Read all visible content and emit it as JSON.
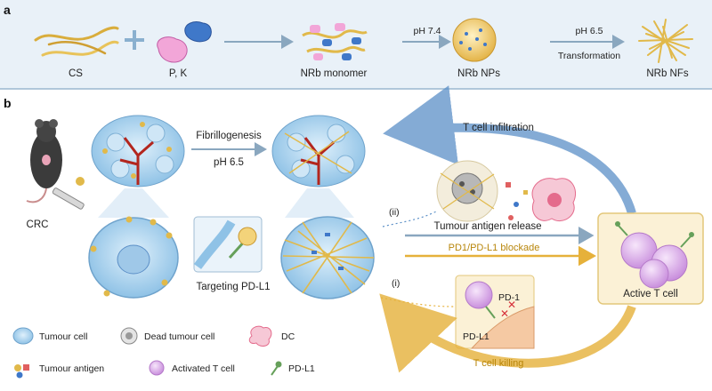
{
  "panel_a": {
    "letter": "a",
    "items": {
      "cs": "CS",
      "pk": "P, K",
      "monomer": "NRb monomer",
      "nps": "NRb NPs",
      "nfs": "NRb NFs"
    },
    "arrows": {
      "ph74": "pH 7.4",
      "ph65": "pH 6.5",
      "transformation": "Transformation"
    }
  },
  "panel_b": {
    "letter": "b",
    "crc": "CRC",
    "fibrillogenesis": "Fibrillogenesis",
    "fib_ph": "pH 6.5",
    "targeting": "Targeting PD-L1",
    "t_infiltration": "T cell infiltration",
    "ii": "(ii)",
    "i": "(i)",
    "antigen_release": "Tumour antigen release",
    "blockade": "PD1/PD-L1 blockade",
    "active_t": "Active T cell",
    "pd1": "PD-1",
    "pdl1_inset": "PD-L1",
    "t_killing": "T cell killing"
  },
  "legend": [
    {
      "label": "Tumour cell",
      "icon": "tumour-cell-icon"
    },
    {
      "label": "Dead tumour cell",
      "icon": "dead-tumour-cell-icon"
    },
    {
      "label": "DC",
      "icon": "dc-icon"
    },
    {
      "label": "Tumour antigen",
      "icon": "tumour-antigen-icon"
    },
    {
      "label": "Activated T cell",
      "icon": "activated-t-cell-icon"
    },
    {
      "label": "PD-L1",
      "icon": "pd-l1-icon"
    }
  ],
  "colors": {
    "fibre": "#e1b94a",
    "tumour": "#a9d3ee",
    "t_cell": "#d9a6e6",
    "blue_arrow": "#5b8fc7",
    "gold_arrow": "#e6b13a",
    "dc": "#e46b8c"
  }
}
